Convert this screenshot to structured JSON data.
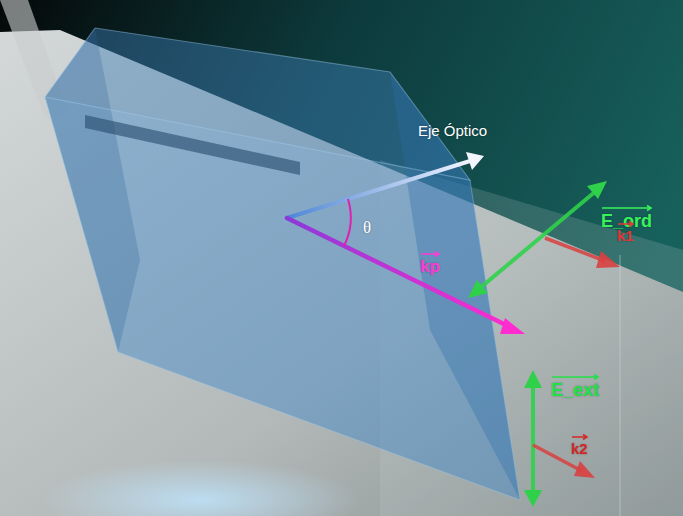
{
  "diagram": {
    "labels": [
      "Eje Óptico",
      "θ",
      "kp",
      "E_ord",
      "k1",
      "E_ext",
      "k2"
    ]
  }
}
